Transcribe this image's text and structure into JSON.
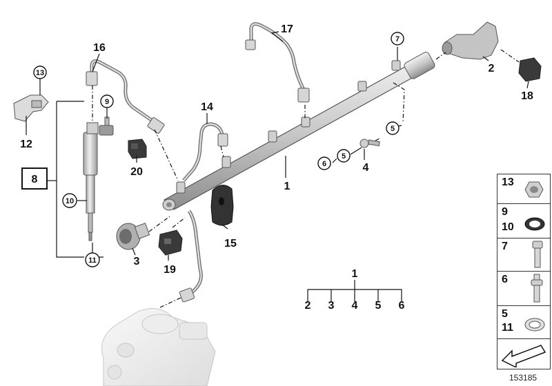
{
  "labels": {
    "l1": "1",
    "l2": "2",
    "l3": "3",
    "l4": "4",
    "l5": "5",
    "l6": "6",
    "l7": "7",
    "l8": "8",
    "l9": "9",
    "l10": "10",
    "l11": "11",
    "l12": "12",
    "l13": "13",
    "l14": "14",
    "l15": "15",
    "l16": "16",
    "l17": "17",
    "l18": "18",
    "l19": "19",
    "l20": "20"
  },
  "tree": {
    "root": "1",
    "children": [
      "2",
      "3",
      "4",
      "5",
      "6"
    ]
  },
  "legend": {
    "cells": [
      {
        "top": "13",
        "bottom": ""
      },
      {
        "top": "9",
        "bottom": "10"
      },
      {
        "top": "7",
        "bottom": ""
      },
      {
        "top": "6",
        "bottom": ""
      },
      {
        "top": "5",
        "bottom": "11"
      }
    ]
  },
  "ref_number": "153185",
  "colors": {
    "line": "#111111",
    "part_fill": "#d9d9d9",
    "part_dark": "#3a3a3a",
    "pump": "#bdbdbd"
  }
}
